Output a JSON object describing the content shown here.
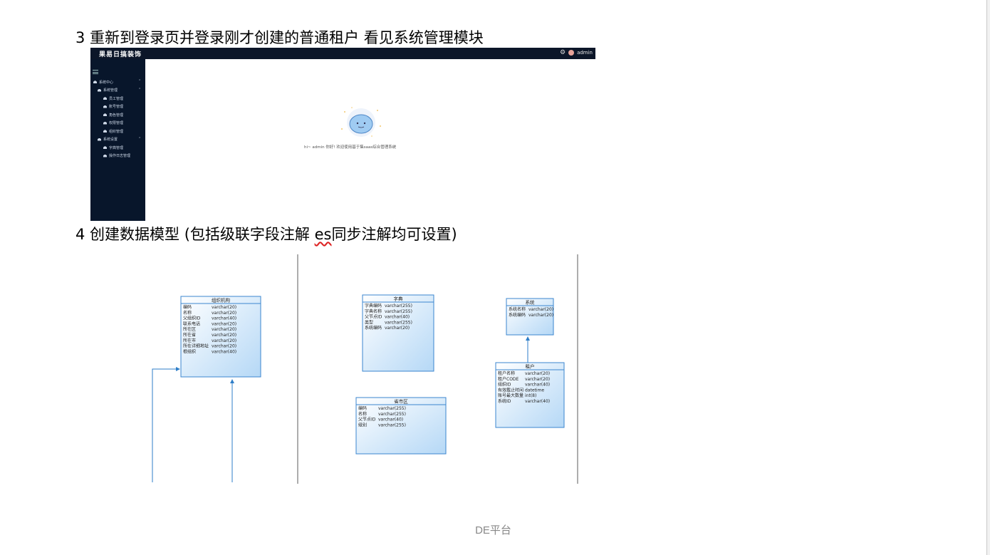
{
  "section3": {
    "title": "3 重新到登录页并登录刚才创建的普通租户 看见系统管理模块"
  },
  "section4": {
    "title_before": "4 创建数据模型 (包括级联字段注解 ",
    "title_marked": "es",
    "title_after": "同步注解均可设置)"
  },
  "app_screenshot": {
    "logo": "果易日搞装饰",
    "user": "admin",
    "welcome": "hi~  admin  你好!  欢迎使用基于集saas综合管理系统",
    "sidebar": [
      {
        "label": "系统中心",
        "level": 0,
        "caret": "⌃"
      },
      {
        "label": "系统管理",
        "level": 1,
        "caret": "⌃"
      },
      {
        "label": "员工管理",
        "level": 2
      },
      {
        "label": "账号管理",
        "level": 2
      },
      {
        "label": "角色管理",
        "level": 2
      },
      {
        "label": "权限管理",
        "level": 2
      },
      {
        "label": "组织管理",
        "level": 2
      },
      {
        "label": "系统设置",
        "level": 1,
        "caret": "⌃"
      },
      {
        "label": "字典管理",
        "level": 2
      },
      {
        "label": "操作日志管理",
        "level": 2
      }
    ]
  },
  "er_diagram": {
    "tables": [
      {
        "name": "组织机构",
        "fields": [
          [
            "编码",
            "varchar(20)"
          ],
          [
            "名称",
            "varchar(20)"
          ],
          [
            "父组织ID",
            "varchar(40)"
          ],
          [
            "联系电话",
            "varchar(20)"
          ],
          [
            "所在区",
            "varchar(20)"
          ],
          [
            "所在省",
            "varchar(20)"
          ],
          [
            "所在市",
            "varchar(20)"
          ],
          [
            "所在详细地址",
            "varchar(20)"
          ],
          [
            "根组织",
            "varchar(40)"
          ]
        ]
      },
      {
        "name": "字典",
        "fields": [
          [
            "字典编码",
            "varchar(255)"
          ],
          [
            "字典名称",
            "varchar(255)"
          ],
          [
            "父节点ID",
            "varchar(40)"
          ],
          [
            "类型",
            "varchar(255)"
          ],
          [
            "系统编码",
            "varchar(20)"
          ]
        ]
      },
      {
        "name": "系统",
        "fields": [
          [
            "系统名称",
            "varchar(20)"
          ],
          [
            "系统编码",
            "varchar(20)"
          ]
        ]
      },
      {
        "name": "租户",
        "fields": [
          [
            "租户名称",
            "varchar(20)"
          ],
          [
            "租户CODE",
            "varchar(20)"
          ],
          [
            "组织ID",
            "varchar(40)"
          ],
          [
            "有效截止时间",
            "datetime"
          ],
          [
            "账号最大数量",
            "int(8)"
          ],
          [
            "系统ID",
            "varchar(40)"
          ]
        ]
      },
      {
        "name": "省市区",
        "fields": [
          [
            "编码",
            "varchar(255)"
          ],
          [
            "名称",
            "varchar(255)"
          ],
          [
            "父节点ID",
            "varchar(40)"
          ],
          [
            "级别",
            "varchar(255)"
          ]
        ]
      }
    ]
  },
  "footer": {
    "text": "DE平台"
  }
}
